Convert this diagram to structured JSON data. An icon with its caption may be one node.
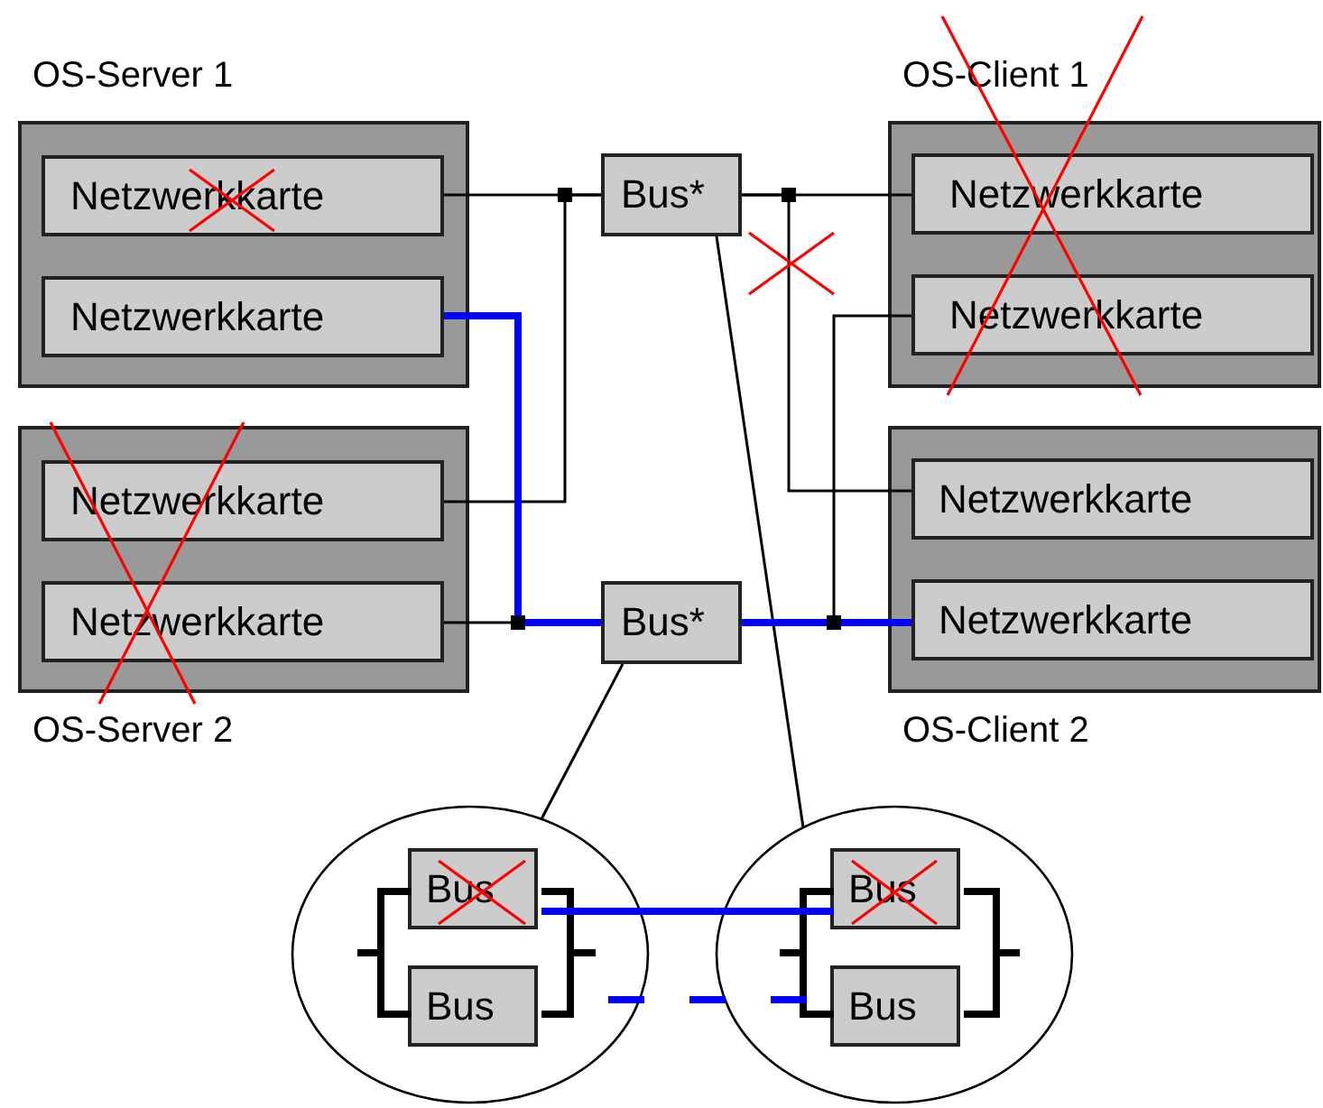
{
  "diagram": {
    "nodes": [
      {
        "text": [
          "OS-Server 1"
        ]
      },
      {
        "text": [
          "Netzwerkkarte"
        ],
        "in": 0
      },
      {
        "text": [
          "Netzwerkkarte"
        ],
        "in": 0
      },
      {
        "text": [
          "OS-Server 2"
        ]
      },
      {
        "text": [
          "Netzwerkkarte"
        ],
        "in": 3
      },
      {
        "text": [
          "Netzwerkkarte"
        ],
        "in": 3
      },
      {
        "text": [
          "Bus*"
        ]
      },
      {
        "text": [
          "Bus*"
        ]
      },
      {
        "text": [
          "OS-Client 1"
        ]
      },
      {
        "text": [
          "Netzwerkkarte"
        ],
        "in": 8
      },
      {
        "text": [
          "Netzwerkkarte"
        ],
        "in": 8
      },
      {
        "text": [
          "OS-Client 2"
        ]
      },
      {
        "text": [
          "Netzwerkkarte"
        ],
        "in": 11
      },
      {
        "text": [
          "Netzwerkkarte"
        ],
        "in": 11
      },
      {
        "text": [],
        "shape": "circle"
      },
      {
        "text": [
          "Bus"
        ],
        "in": 14
      },
      {
        "text": [
          "Bus"
        ],
        "in": 14
      },
      {
        "text": [],
        "shape": "circle"
      },
      {
        "text": [
          "Bus"
        ],
        "in": 17
      },
      {
        "text": [
          "Bus"
        ],
        "in": 17
      }
    ],
    "edges": [
      {
        "from": 1,
        "to": 6,
        "arrow": "none"
      },
      {
        "from": 4,
        "to": 6,
        "arrow": "none"
      },
      {
        "from": 2,
        "to": 7,
        "arrow": "none",
        "style": "thick",
        "color": "#0000ff"
      },
      {
        "from": 5,
        "to": 7,
        "arrow": "none"
      },
      {
        "from": 6,
        "to": 9,
        "arrow": "none"
      },
      {
        "from": 6,
        "to": 12,
        "arrow": "none"
      },
      {
        "from": 10,
        "to": 7,
        "arrow": "none"
      },
      {
        "from": 7,
        "to": 13,
        "arrow": "none",
        "style": "thick",
        "color": "#0000ff"
      },
      {
        "from": 7,
        "to": 14,
        "arrow": "none"
      },
      {
        "from": 6,
        "to": 17,
        "arrow": "none"
      },
      {
        "from": 15,
        "to": 18,
        "arrow": "none",
        "style": "thick",
        "color": "#0000ff"
      },
      {
        "from": null,
        "to": 19,
        "arrow": "none",
        "style": "dashed",
        "color": "#0000ff"
      }
    ]
  }
}
